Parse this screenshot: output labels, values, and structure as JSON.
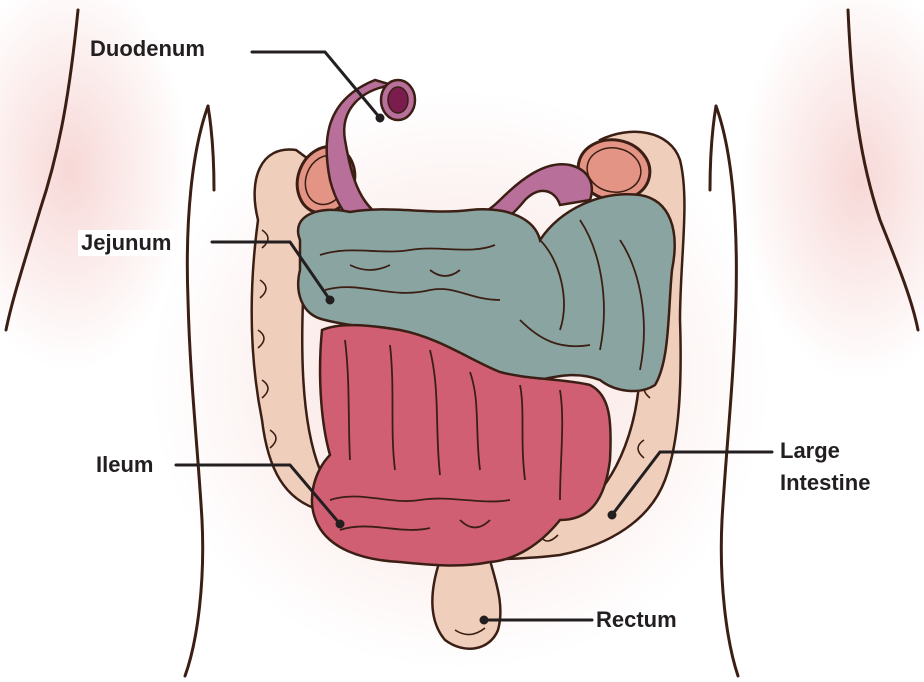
{
  "labels": {
    "duodenum": "Duodenum",
    "jejunum": "Jejunum",
    "ileum": "Ileum",
    "large_intestine_line1": "Large",
    "large_intestine_line2": "Intestine",
    "rectum": "Rectum"
  },
  "colors": {
    "skin_glow": "#f6d4d2",
    "outline": "#3b1f14",
    "duodenum": "#b8709b",
    "jejunum": "#8aa5a1",
    "ileum": "#d15f74",
    "large_intestine": "#efcfbc",
    "stomach_cut": "#e39484",
    "leader_line": "#231f20"
  }
}
